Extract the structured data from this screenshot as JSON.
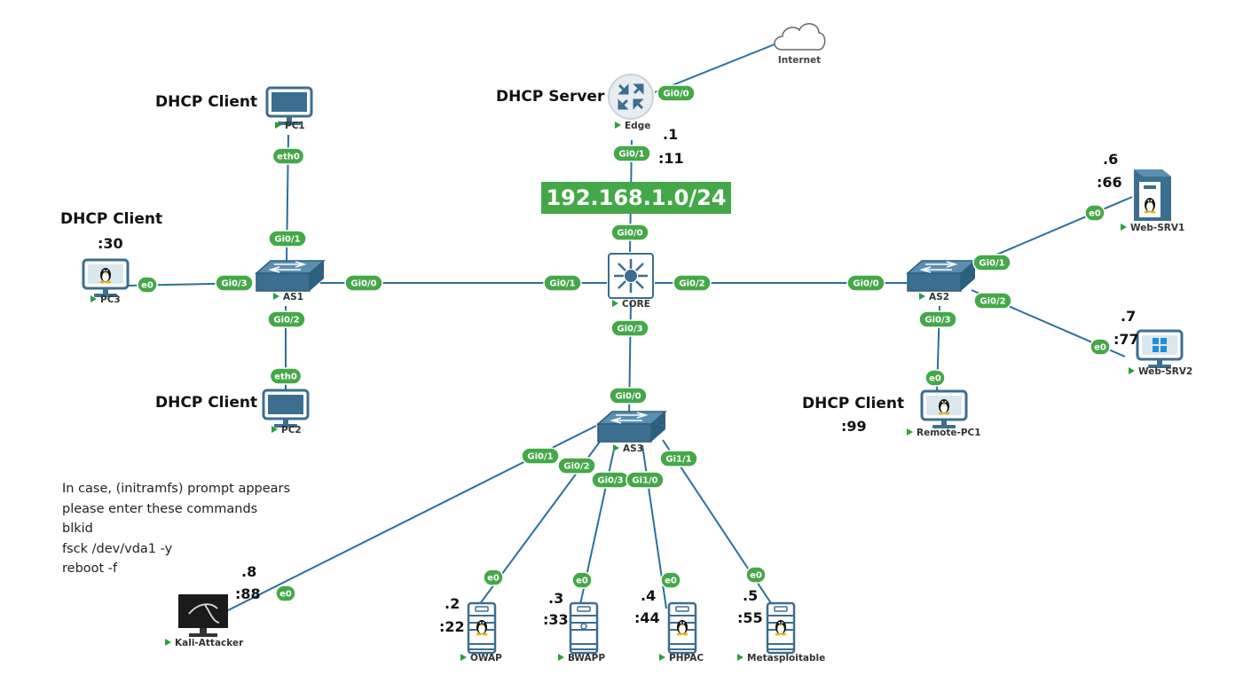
{
  "subnet": "192.168.1.0/24",
  "cloud": {
    "label": "Internet"
  },
  "nodes": {
    "edge": "Edge",
    "core": "CORE",
    "as1": "AS1",
    "as2": "AS2",
    "as3": "AS3",
    "pc1": "PC1",
    "pc2": "PC2",
    "pc3": "PC3",
    "web_srv1": "Web-SRV1",
    "web_srv2": "Web-SRV2",
    "remote_pc1": "Remote-PC1",
    "kali": "Kali-Attacker",
    "owap": "OWAP",
    "bwapp": "BWAPP",
    "phpac": "PHPAC",
    "metasploitable": "Metasploitable"
  },
  "roles": {
    "dhcp_server": "DHCP Server",
    "pc1": "DHCP Client",
    "pc3": "DHCP Client",
    "pc2": "DHCP Client",
    "remote": "DHCP Client"
  },
  "addresses": {
    "edge_v4": ".1",
    "edge_v6": ":11",
    "pc3_v6": ":30",
    "web1_v4": ".6",
    "web1_v6": ":66",
    "web2_v4": ".7",
    "web2_v6": ":77",
    "remote_v6": ":99",
    "kali_v4": ".8",
    "kali_v6": ":88",
    "owap_v4": ".2",
    "owap_v6": ":22",
    "bwapp_v4": ".3",
    "bwapp_v6": ":33",
    "phpac_v4": ".4",
    "phpac_v6": ":44",
    "meta_v4": ".5",
    "meta_v6": ":55"
  },
  "interfaces": {
    "edge_gi00": "Gi0/0",
    "edge_gi01": "Gi0/1",
    "core_gi00": "Gi0/0",
    "core_gi01": "Gi0/1",
    "core_gi02": "Gi0/2",
    "core_gi03": "Gi0/3",
    "as1_gi00": "Gi0/0",
    "as1_gi01": "Gi0/1",
    "as1_gi02": "Gi0/2",
    "as1_gi03": "Gi0/3",
    "pc1_eth0": "eth0",
    "pc2_eth0": "eth0",
    "pc3_e0": "e0",
    "as2_gi00": "Gi0/0",
    "as2_gi01": "Gi0/1",
    "as2_gi02": "Gi0/2",
    "as2_gi03": "Gi0/3",
    "web1_e0": "e0",
    "web2_e0": "e0",
    "remote_e0": "e0",
    "as3_gi00": "Gi0/0",
    "as3_gi01": "Gi0/1",
    "as3_gi02": "Gi0/2",
    "as3_gi03": "Gi0/3",
    "as3_gi10": "Gi1/0",
    "as3_gi11": "Gi1/1",
    "kali_e0": "e0",
    "owap_e0": "e0",
    "bwapp_e0": "e0",
    "phpac_e0": "e0",
    "meta_e0": "e0"
  },
  "note": {
    "lines": [
      "In case, (initramfs) prompt appears",
      "please enter these commands",
      "blkid",
      "fsck /dev/vda1 -y",
      "reboot -f"
    ]
  },
  "colors": {
    "link": "#2b6f9e",
    "badge": "#45a848",
    "device": "#3b6e8f",
    "play": "#2e9e3e"
  }
}
